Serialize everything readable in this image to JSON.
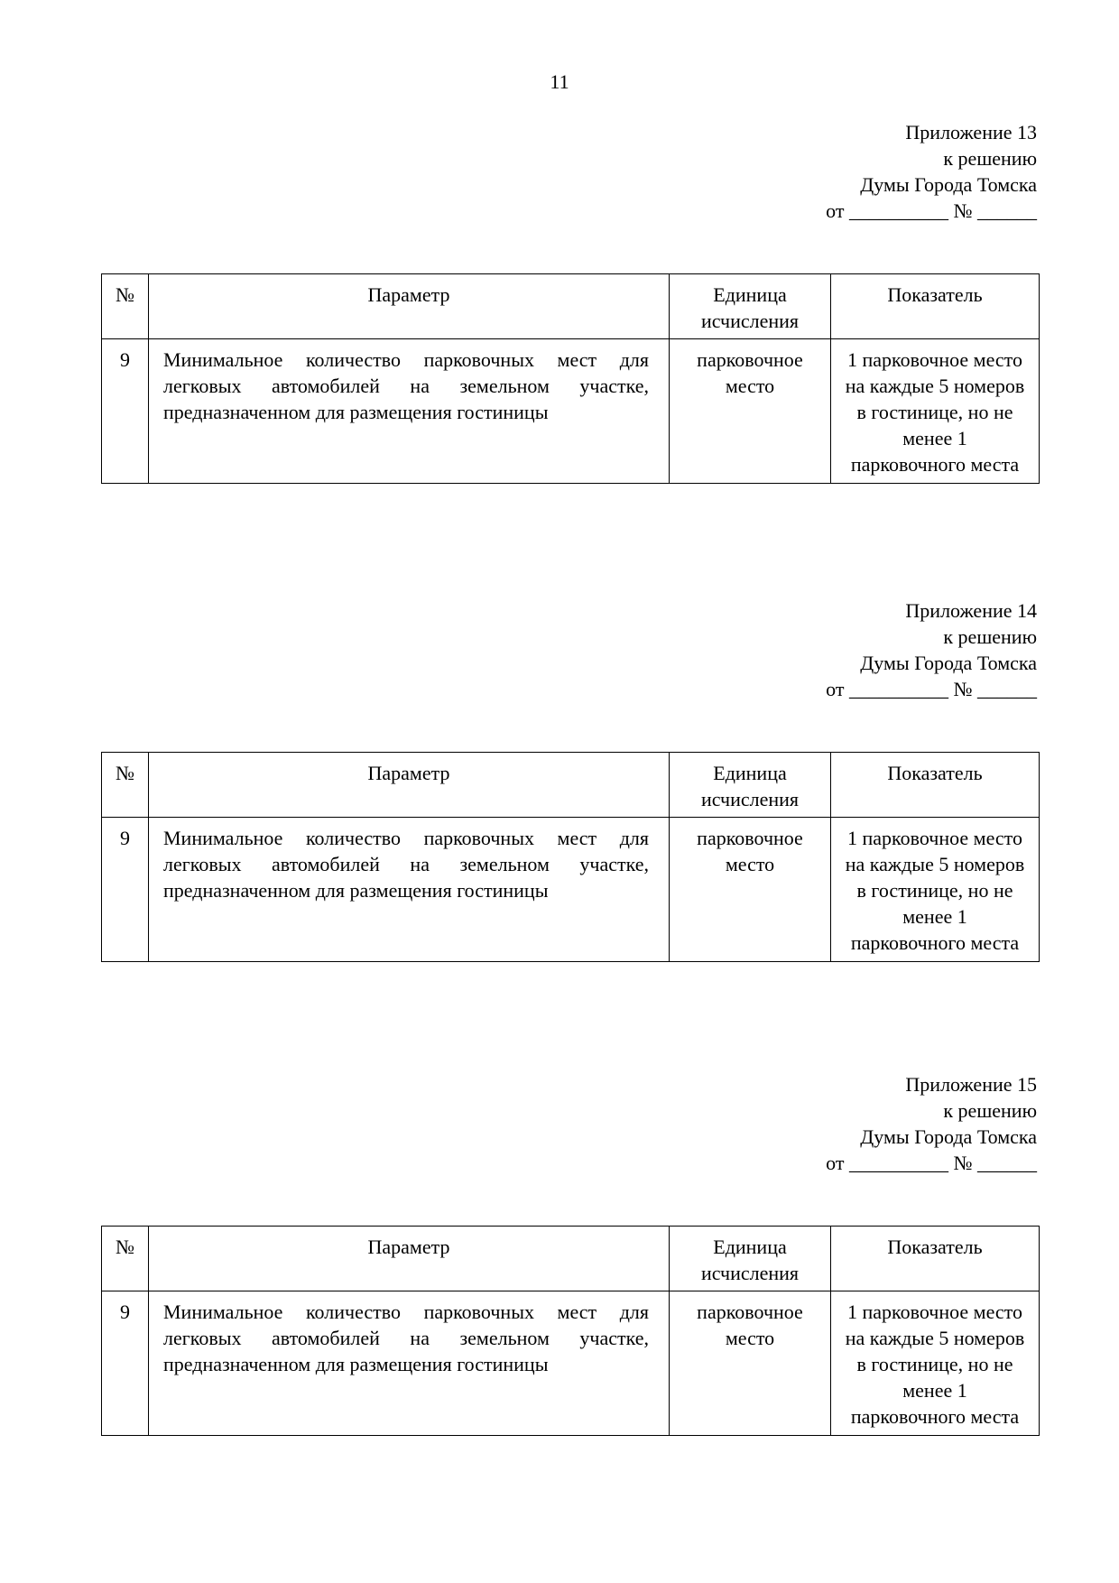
{
  "page_number": "11",
  "appendices": [
    {
      "header": {
        "line1": "Приложение 13",
        "line2": "к решению",
        "line3": "Думы Города Томска",
        "line4": "от __________ № ______"
      },
      "table": {
        "headers": {
          "num": "№",
          "param": "Параметр",
          "unit_line1": "Единица",
          "unit_line2": "исчисления",
          "value": "Показатель"
        },
        "row": {
          "num": "9",
          "param": "Минимальное количество парковочных мест для легковых автомобилей на земельном участке, предназначенном для размещения гостиницы",
          "unit_line1": "парковочное",
          "unit_line2": "место",
          "value_lines": [
            "1 парковочное место",
            "на каждые 5 номеров",
            "в гостинице, но не",
            "менее 1",
            "парковочного места"
          ]
        }
      }
    },
    {
      "header": {
        "line1": "Приложение 14",
        "line2": "к решению",
        "line3": "Думы Города Томска",
        "line4": "от __________ № ______"
      },
      "table": {
        "headers": {
          "num": "№",
          "param": "Параметр",
          "unit_line1": "Единица",
          "unit_line2": "исчисления",
          "value": "Показатель"
        },
        "row": {
          "num": "9",
          "param": "Минимальное количество парковочных мест для легковых автомобилей на земельном участке, предназначенном для размещения гостиницы",
          "unit_line1": "парковочное",
          "unit_line2": "место",
          "value_lines": [
            "1 парковочное место",
            "на каждые 5 номеров",
            "в гостинице, но не",
            "менее 1",
            "парковочного места"
          ]
        }
      }
    },
    {
      "header": {
        "line1": "Приложение 15",
        "line2": "к решению",
        "line3": "Думы Города Томска",
        "line4": "от __________ № ______"
      },
      "table": {
        "headers": {
          "num": "№",
          "param": "Параметр",
          "unit_line1": "Единица",
          "unit_line2": "исчисления",
          "value": "Показатель"
        },
        "row": {
          "num": "9",
          "param": "Минимальное количество парковочных мест для легковых автомобилей на земельном участке, предназначенном для размещения гостиницы",
          "unit_line1": "парковочное",
          "unit_line2": "место",
          "value_lines": [
            "1 парковочное место",
            "на каждые 5 номеров",
            "в гостинице, но не",
            "менее 1",
            "парковочного места"
          ]
        }
      }
    }
  ]
}
